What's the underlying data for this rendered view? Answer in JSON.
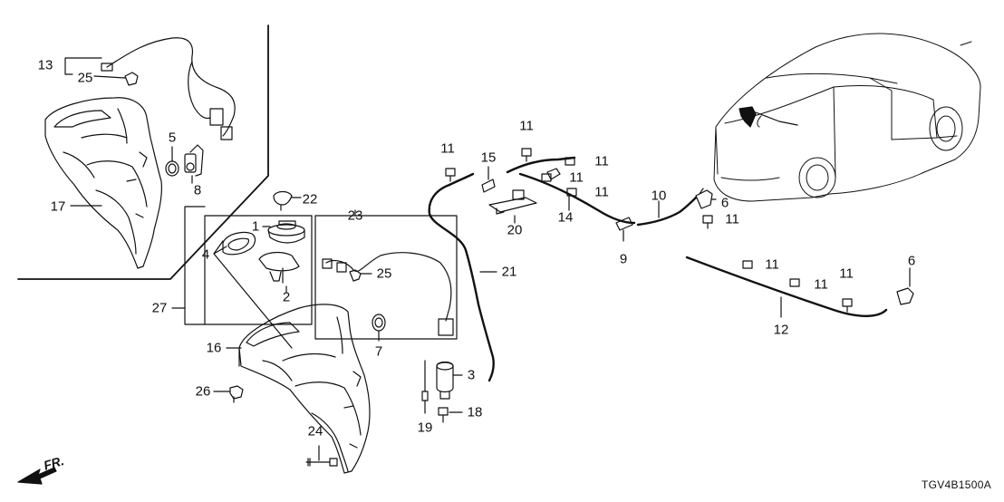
{
  "diagram_code": "TGV4B1500A",
  "direction_label": "FR.",
  "callouts": [
    "1",
    "2",
    "3",
    "4",
    "5",
    "6",
    "6",
    "7",
    "8",
    "9",
    "10",
    "11",
    "11",
    "11",
    "11",
    "11",
    "11",
    "11",
    "11",
    "11",
    "12",
    "13",
    "14",
    "15",
    "16",
    "17",
    "18",
    "19",
    "20",
    "21",
    "22",
    "23",
    "24",
    "25",
    "25",
    "26",
    "27"
  ],
  "colors": {
    "line": "#111111",
    "background": "#ffffff"
  },
  "icons": [
    "front-direction-arrow-icon",
    "vehicle-location-icon"
  ]
}
